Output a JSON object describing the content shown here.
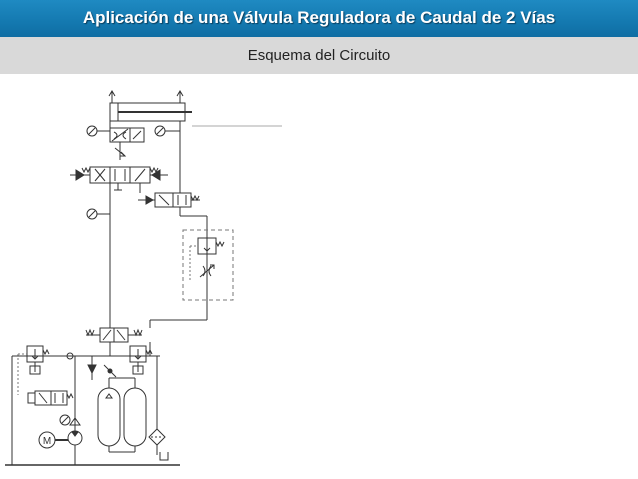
{
  "header": {
    "title": "Aplicación de una Válvula Reguladora de Caudal de 2 Vías",
    "subtitle": "Esquema del Circuito"
  },
  "colors": {
    "title_bar": "#1479b0",
    "subtitle_bar": "#d9d9d9",
    "line": "#333333",
    "dashed": "#777777"
  },
  "diagram": {
    "motor_label": "M",
    "icons": [
      "cylinder-icon",
      "directional-valve-icon",
      "pressure-gauge-icon",
      "flow-control-valve-icon",
      "pressure-relief-valve-icon",
      "accumulator-icon",
      "pump-icon",
      "motor-icon",
      "filter-icon",
      "check-valve-icon",
      "tank-icon"
    ]
  }
}
